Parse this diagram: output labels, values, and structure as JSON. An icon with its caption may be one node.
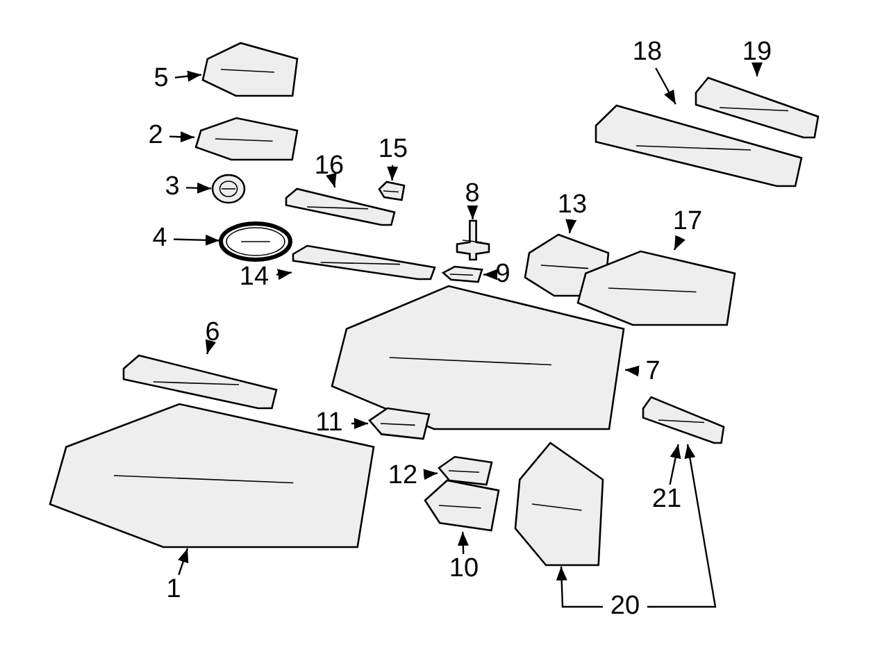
{
  "diagram": {
    "nodes": [
      {
        "text": [
          "1"
        ]
      },
      {
        "text": [],
        "shape": "picture"
      },
      {
        "text": [
          "2"
        ]
      },
      {
        "text": [],
        "shape": "picture"
      },
      {
        "text": [
          "3"
        ]
      },
      {
        "text": [],
        "shape": "picture"
      },
      {
        "text": [
          "4"
        ]
      },
      {
        "text": [],
        "shape": "picture"
      },
      {
        "text": [
          "5"
        ]
      },
      {
        "text": [],
        "shape": "picture"
      },
      {
        "text": [
          "6"
        ]
      },
      {
        "text": [],
        "shape": "picture"
      },
      {
        "text": [
          "7"
        ]
      },
      {
        "text": [],
        "shape": "picture"
      },
      {
        "text": [
          "8"
        ]
      },
      {
        "text": [],
        "shape": "picture"
      },
      {
        "text": [
          "9"
        ]
      },
      {
        "text": [],
        "shape": "picture"
      },
      {
        "text": [
          "10"
        ]
      },
      {
        "text": [],
        "shape": "picture"
      },
      {
        "text": [
          "11"
        ]
      },
      {
        "text": [],
        "shape": "picture"
      },
      {
        "text": [
          "12"
        ]
      },
      {
        "text": [],
        "shape": "picture"
      },
      {
        "text": [
          "13"
        ]
      },
      {
        "text": [],
        "shape": "picture"
      },
      {
        "text": [
          "14"
        ]
      },
      {
        "text": [],
        "shape": "picture"
      },
      {
        "text": [
          "15"
        ]
      },
      {
        "text": [],
        "shape": "picture"
      },
      {
        "text": [
          "16"
        ]
      },
      {
        "text": [],
        "shape": "picture"
      },
      {
        "text": [
          "17"
        ]
      },
      {
        "text": [],
        "shape": "picture"
      },
      {
        "text": [
          "18"
        ]
      },
      {
        "text": [],
        "shape": "picture"
      },
      {
        "text": [
          "19"
        ]
      },
      {
        "text": [],
        "shape": "picture"
      },
      {
        "text": [
          "20"
        ]
      },
      {
        "text": [],
        "shape": "picture"
      },
      {
        "text": [
          "21"
        ]
      },
      {
        "text": [],
        "shape": "picture"
      }
    ],
    "edges": [
      {
        "from": 0,
        "to": 1,
        "arrow": "to"
      },
      {
        "from": 2,
        "to": 3,
        "arrow": "to"
      },
      {
        "from": 4,
        "to": 5,
        "arrow": "to"
      },
      {
        "from": 6,
        "to": 7,
        "arrow": "to"
      },
      {
        "from": 8,
        "to": 9,
        "arrow": "to"
      },
      {
        "from": 10,
        "to": 11,
        "arrow": "to"
      },
      {
        "from": 12,
        "to": 13,
        "arrow": "to"
      },
      {
        "from": 14,
        "to": 15,
        "arrow": "to"
      },
      {
        "from": 16,
        "to": 17,
        "arrow": "to"
      },
      {
        "from": 18,
        "to": 19,
        "arrow": "to"
      },
      {
        "from": 20,
        "to": 21,
        "arrow": "to"
      },
      {
        "from": 22,
        "to": 23,
        "arrow": "to"
      },
      {
        "from": 24,
        "to": 25,
        "arrow": "to"
      },
      {
        "from": 26,
        "to": 27,
        "arrow": "to"
      },
      {
        "from": 28,
        "to": 29,
        "arrow": "to"
      },
      {
        "from": 30,
        "to": 31,
        "arrow": "to"
      },
      {
        "from": 32,
        "to": 33,
        "arrow": "to"
      },
      {
        "from": 34,
        "to": 35,
        "arrow": "to"
      },
      {
        "from": 36,
        "to": 37,
        "arrow": "to"
      },
      {
        "from": 38,
        "to": 39,
        "arrow": "to"
      },
      {
        "from": 38,
        "to": 41,
        "arrow": "to"
      },
      {
        "from": 40,
        "to": 41,
        "arrow": "to"
      }
    ]
  }
}
